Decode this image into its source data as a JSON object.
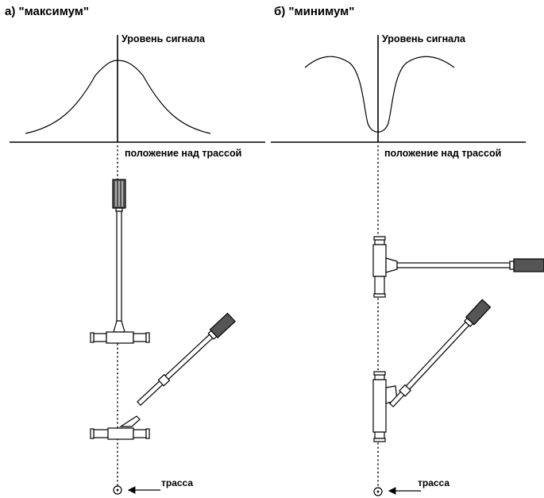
{
  "panel_a": {
    "title": "а) \"максимум\"",
    "y_axis_label": "Уровень сигнала",
    "x_axis_label": "положение над трассой",
    "route_label": "трасса"
  },
  "panel_b": {
    "title": "б) \"минимум\"",
    "y_axis_label": "Уровень сигнала",
    "x_axis_label": "положение над трассой",
    "route_label": "трасса"
  }
}
